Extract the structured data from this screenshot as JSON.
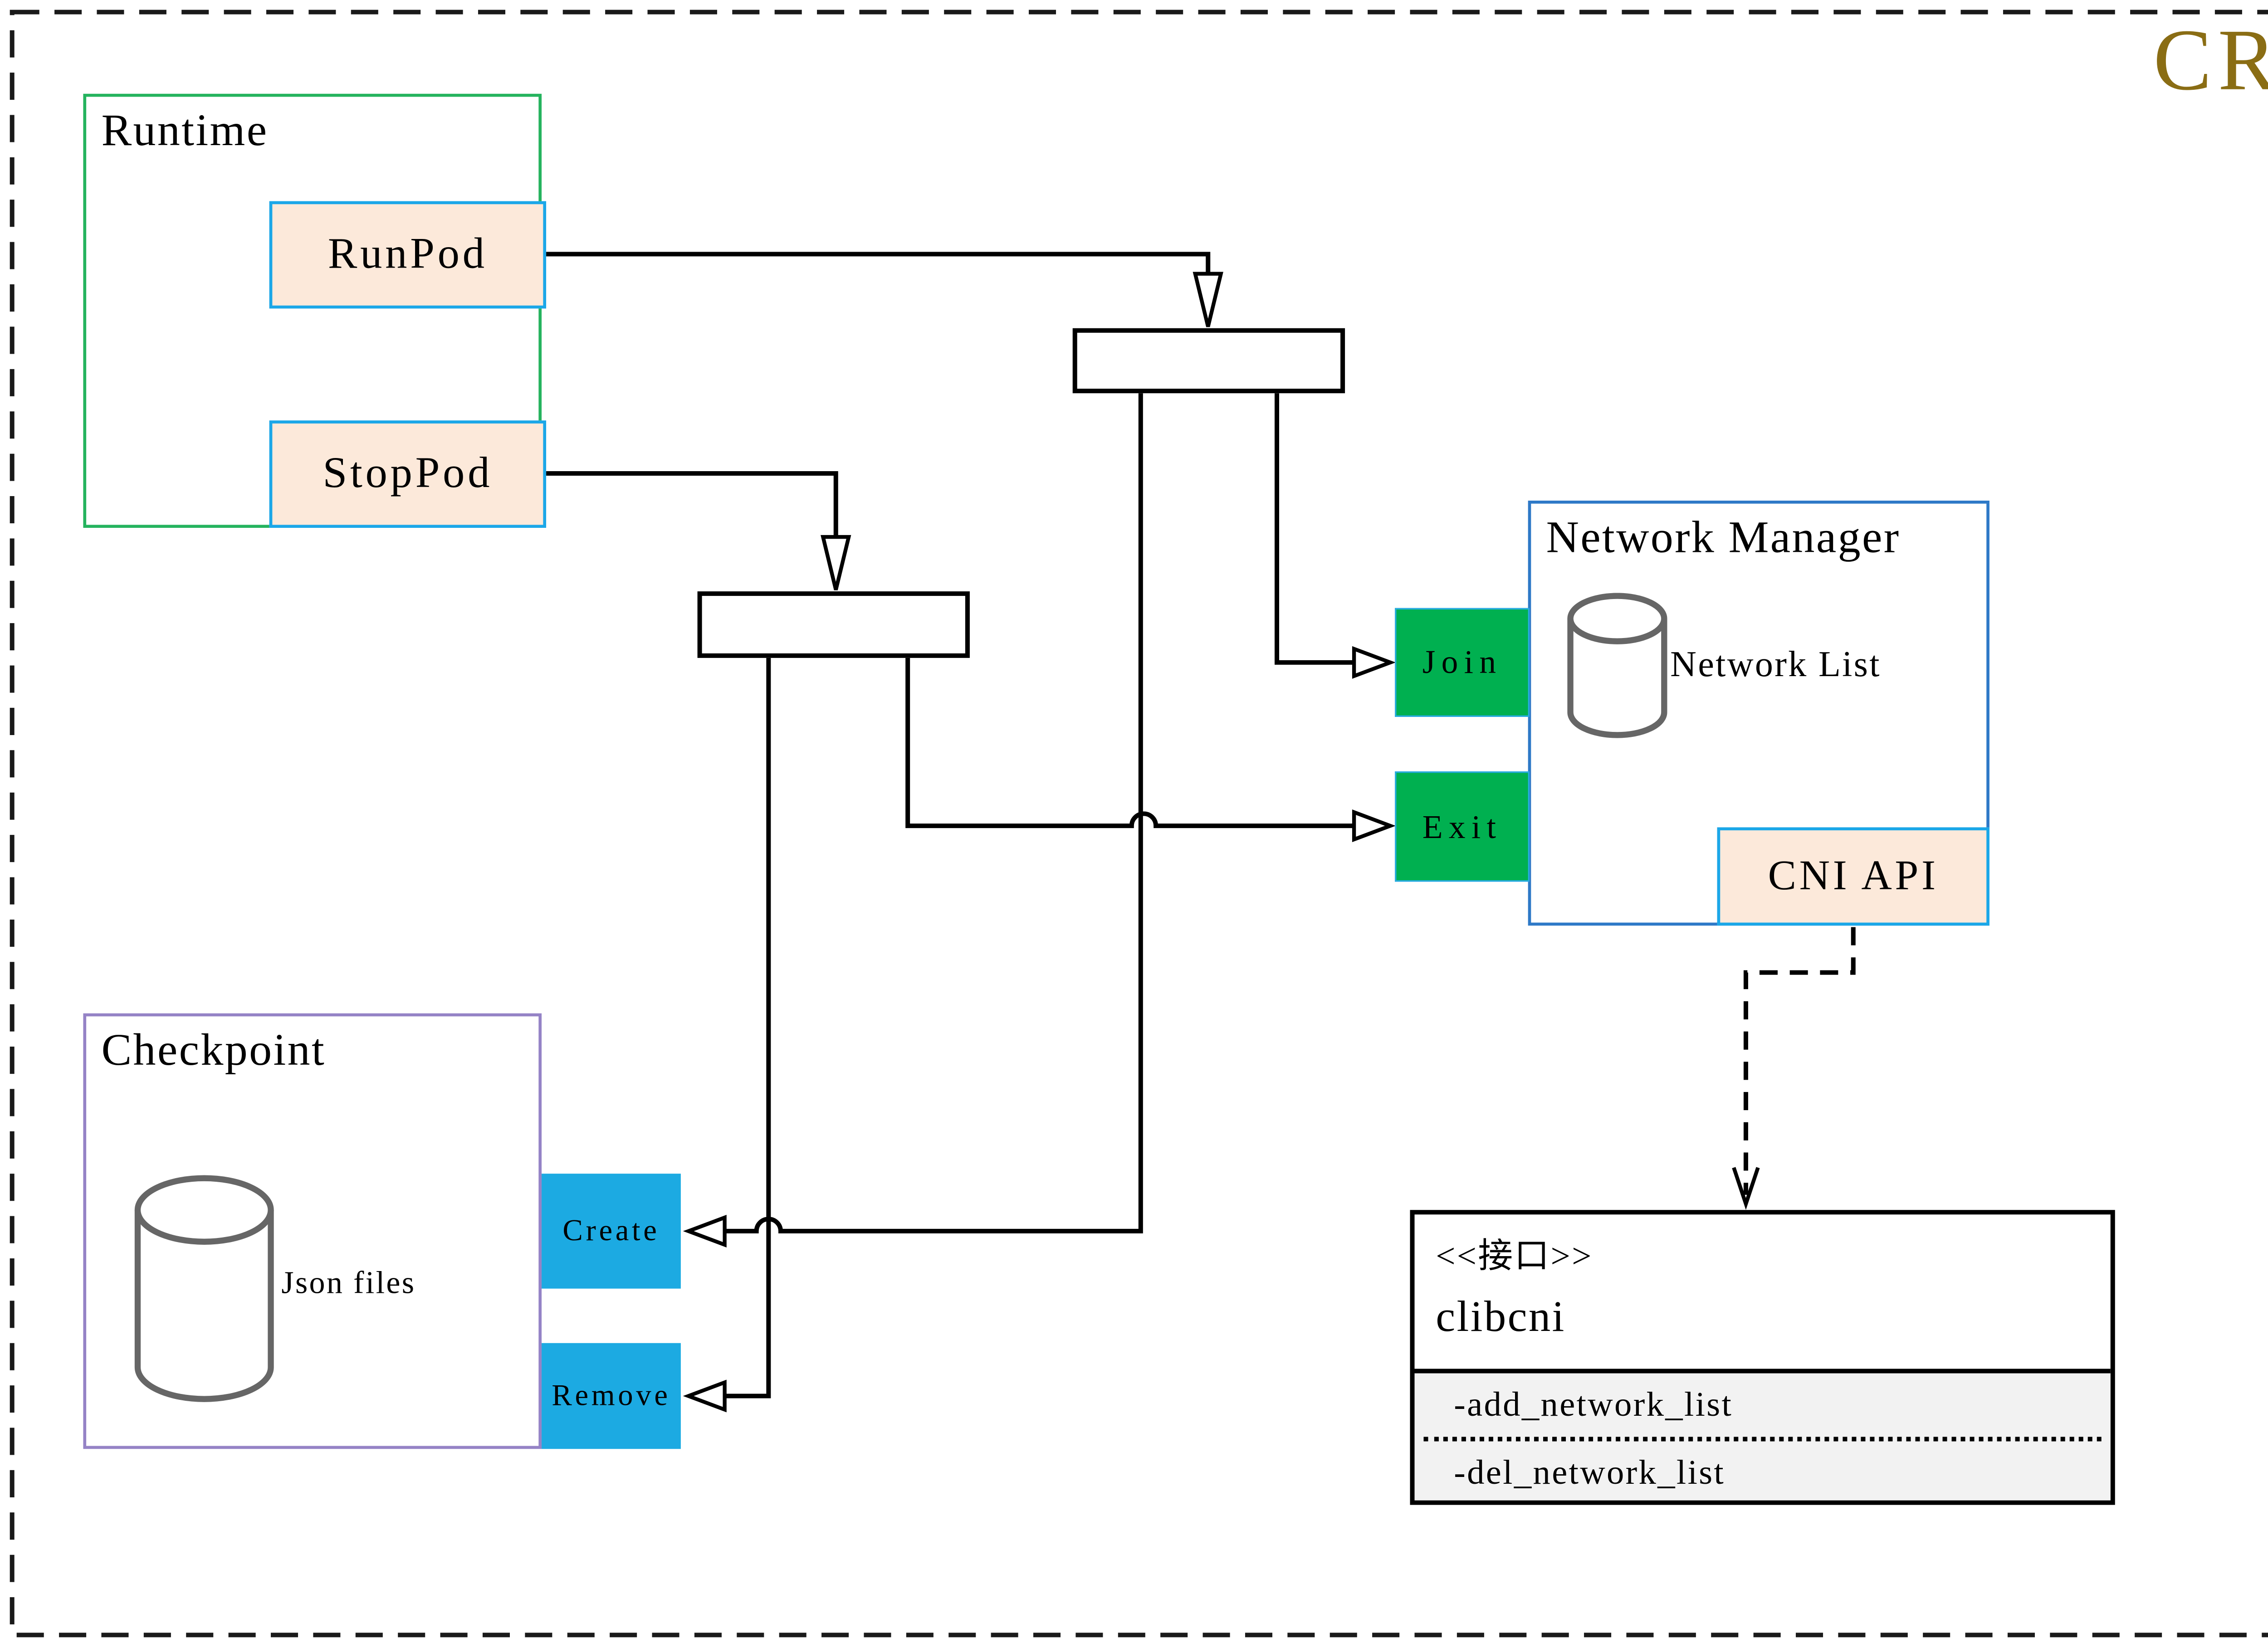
{
  "header": {
    "cri": "CRI"
  },
  "runtime": {
    "title": "Runtime",
    "runpod": "RunPod",
    "stoppod": "StopPod"
  },
  "network_manager": {
    "title": "Network Manager",
    "join": "Join",
    "exit": "Exit",
    "network_list": "Network List",
    "cni_api": "CNI API"
  },
  "checkpoint": {
    "title": "Checkpoint",
    "json_files": "Json files",
    "create": "Create",
    "remove": "Remove"
  },
  "clibcni": {
    "stereotype": "<<接口>>",
    "name": "clibcni",
    "methods": [
      "-add_network_list",
      "-del_network_list"
    ]
  },
  "colors": {
    "cri_gold": "#8A6D14",
    "runtime_border_green": "#25B35E",
    "checkpoint_border_purple": "#9583C6",
    "network_manager_border_blue": "#2E79C7",
    "accent_cyan_border": "#1BA7E8",
    "peach_fill": "#FCE9DA",
    "green_fill": "#00B050",
    "blue_fill": "#1CAAE2",
    "interface_section_gray": "#F2F2F2",
    "cylinder_gray": "#666666"
  }
}
